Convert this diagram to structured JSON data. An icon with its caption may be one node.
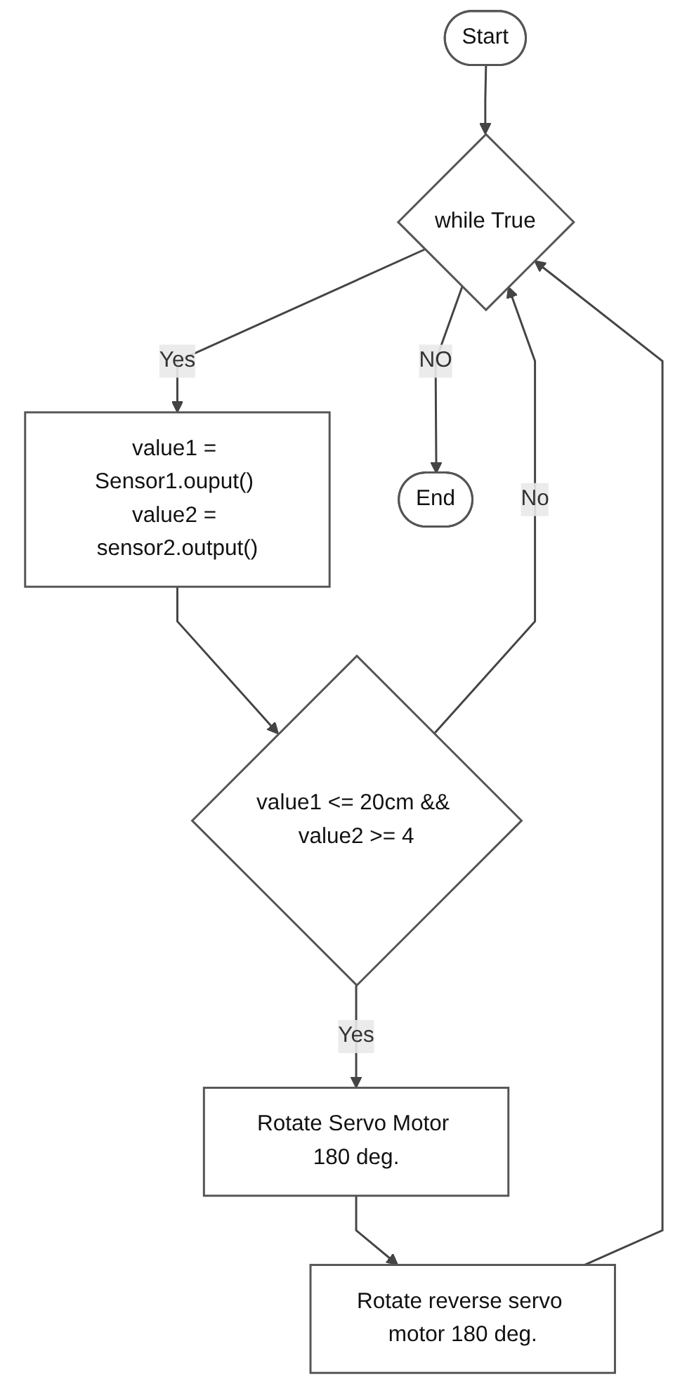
{
  "diagram": {
    "nodes": [
      {
        "text": [
          "Start"
        ]
      },
      {
        "text": [
          "while True"
        ]
      },
      {
        "text": [
          "value1 = Sensor1.ouput() value2 = sensor2.output()"
        ]
      },
      {
        "text": [
          "value1 <= 20cm && value2 >= 4"
        ]
      },
      {
        "text": [
          "Rotate Servo Motor 180 deg."
        ]
      },
      {
        "text": [
          "Rotate reverse servo motor 180 deg."
        ]
      },
      {
        "text": [
          "End"
        ]
      }
    ],
    "edges": [
      {
        "from": 0,
        "to": 1,
        "arrow": "to"
      },
      {
        "from": 1,
        "to": 2,
        "arrow": "to",
        "label": "Yes"
      },
      {
        "from": 2,
        "to": 3,
        "arrow": "to"
      },
      {
        "from": 3,
        "to": 4,
        "arrow": "to",
        "label": "Yes"
      },
      {
        "from": 4,
        "to": 5,
        "arrow": "to"
      },
      {
        "from": 5,
        "to": 1,
        "arrow": "to"
      },
      {
        "from": 3,
        "to": 1,
        "arrow": "to",
        "label": "No"
      },
      {
        "from": 1,
        "to": 6,
        "arrow": "to",
        "label": "NO"
      }
    ]
  }
}
